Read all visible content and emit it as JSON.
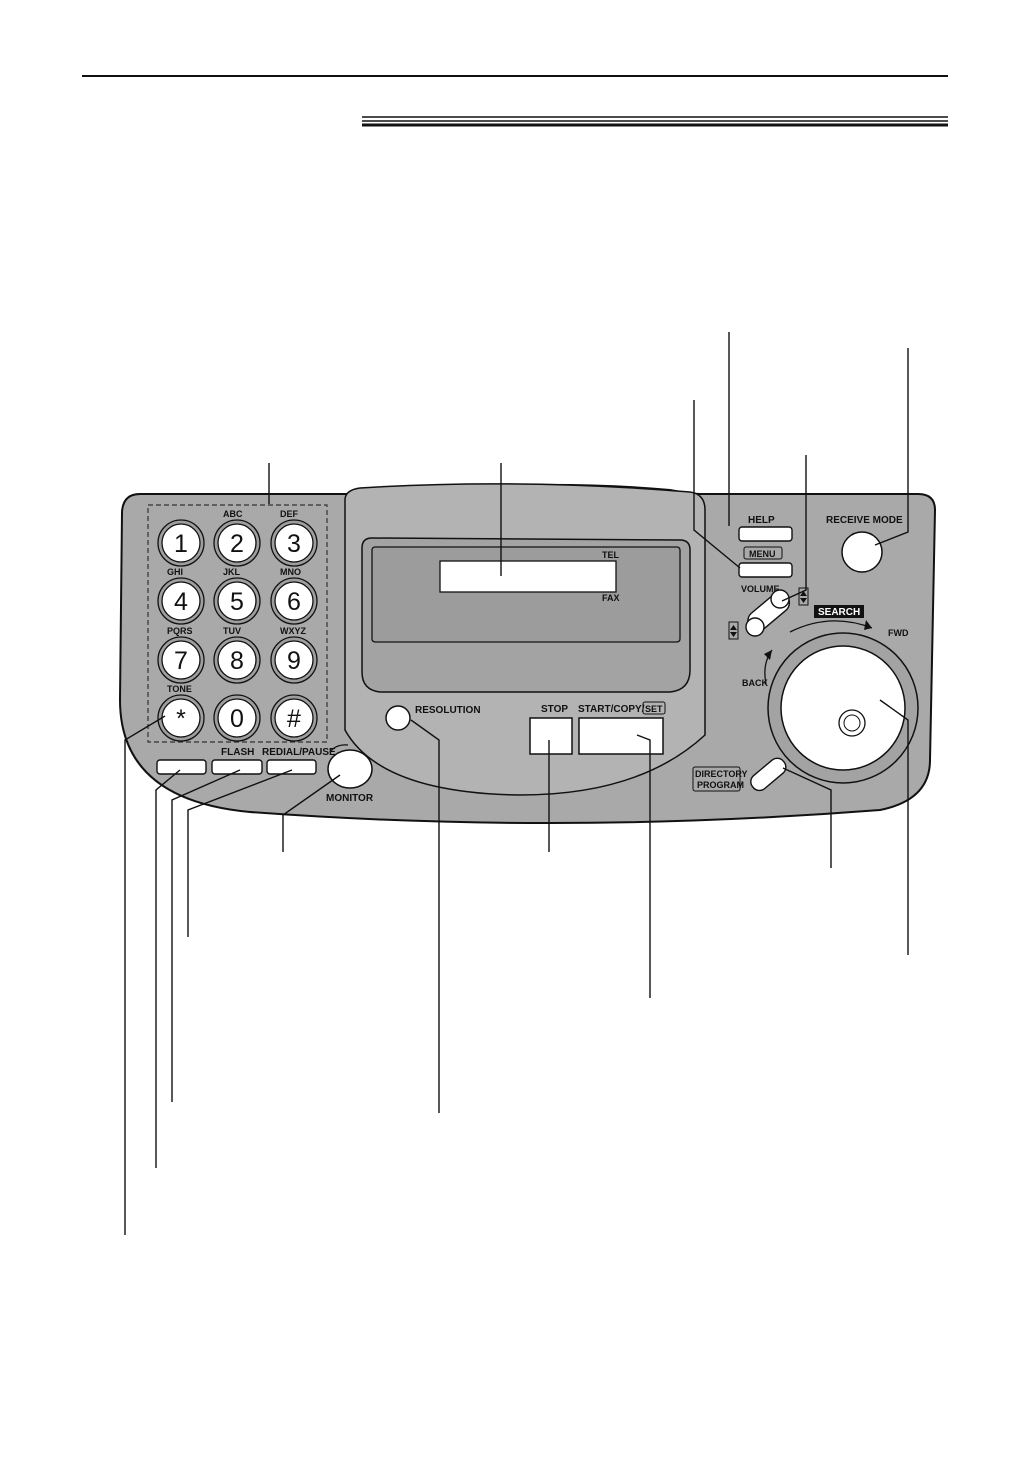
{
  "panel": {
    "keypad": [
      {
        "digit": "1",
        "letters": ""
      },
      {
        "digit": "2",
        "letters": "ABC"
      },
      {
        "digit": "3",
        "letters": "DEF"
      },
      {
        "digit": "4",
        "letters": "GHI"
      },
      {
        "digit": "5",
        "letters": "JKL"
      },
      {
        "digit": "6",
        "letters": "MNO"
      },
      {
        "digit": "7",
        "letters": "PQRS"
      },
      {
        "digit": "8",
        "letters": "TUV"
      },
      {
        "digit": "9",
        "letters": "WXYZ"
      },
      {
        "digit": "*",
        "letters": "TONE"
      },
      {
        "digit": "0",
        "letters": ""
      },
      {
        "digit": "#",
        "letters": ""
      }
    ],
    "labels": {
      "flash": "FLASH",
      "redial_pause": "REDIAL/PAUSE",
      "monitor": "MONITOR",
      "resolution": "RESOLUTION",
      "stop": "STOP",
      "start_copy": "START/COPY/",
      "set": "SET",
      "tel": "TEL",
      "fax": "FAX",
      "help": "HELP",
      "menu": "MENU",
      "volume": "VOLUME",
      "receive_mode": "RECEIVE MODE",
      "search": "SEARCH",
      "fwd": "FWD",
      "back": "BACK",
      "directory": "DIRECTORY",
      "program": "PROGRAM"
    },
    "colors": {
      "panel": "#a9a9a9",
      "display": "#ffffff",
      "line": "#111111"
    }
  }
}
